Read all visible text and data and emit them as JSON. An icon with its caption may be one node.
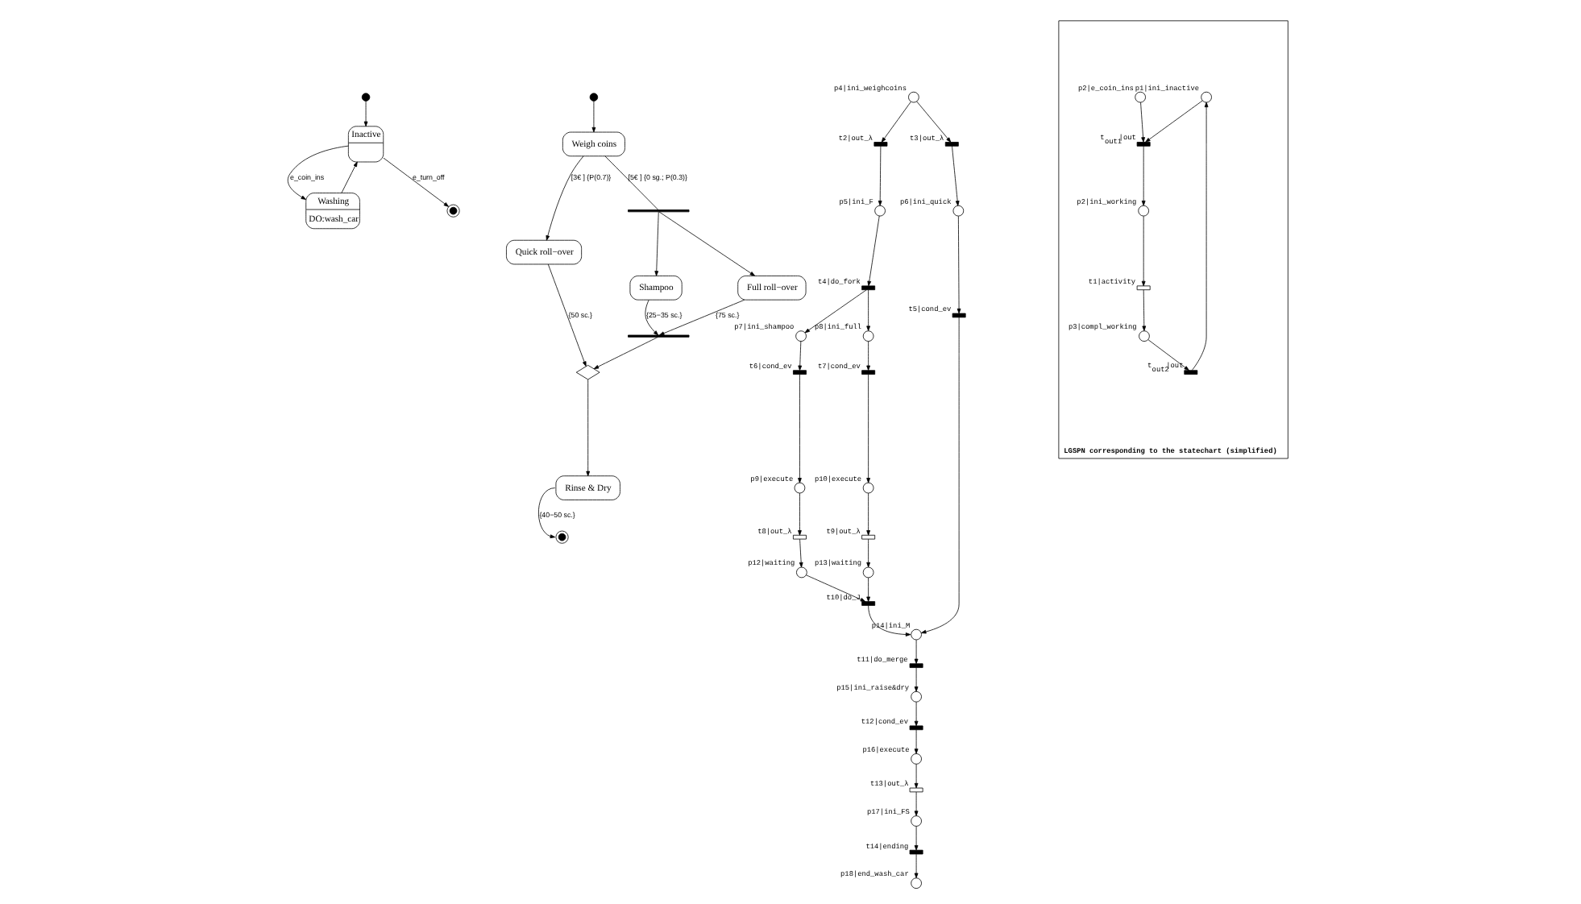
{
  "diagram": {
    "nodes": [
      {
        "text": [],
        "shape": "circle"
      },
      {
        "text": [
          "Inactive"
        ]
      },
      {
        "text": [
          "Washing",
          "DO:wash_car"
        ]
      },
      {
        "text": [],
        "shape": "circle"
      },
      {
        "text": [],
        "shape": "circle"
      },
      {
        "text": [
          "Weigh coins"
        ]
      },
      {
        "text": [
          "Quick roll−over"
        ]
      },
      {
        "text": [],
        "shape": "bar"
      },
      {
        "text": [
          "Shampoo"
        ]
      },
      {
        "text": [
          "Full roll−over"
        ]
      },
      {
        "text": [],
        "shape": "bar"
      },
      {
        "text": [],
        "shape": "diamond"
      },
      {
        "text": [
          "Rinse & Dry"
        ]
      },
      {
        "text": [],
        "shape": "circle"
      },
      {
        "text": [],
        "shape": "circle",
        "beside": [
          "p4|ini_weighcoins"
        ]
      },
      {
        "text": [],
        "shape": "bar",
        "beside": [
          "t2|out_λ"
        ]
      },
      {
        "text": [],
        "shape": "bar",
        "beside": [
          "t3|out_λ"
        ]
      },
      {
        "text": [],
        "shape": "circle",
        "beside": [
          "p5|ini_F"
        ]
      },
      {
        "text": [],
        "shape": "circle",
        "beside": [
          "p6|ini_quick"
        ]
      },
      {
        "text": [],
        "shape": "bar",
        "beside": [
          "t4|do_fork"
        ]
      },
      {
        "text": [],
        "shape": "bar",
        "beside": [
          "t5|cond_ev"
        ]
      },
      {
        "text": [],
        "shape": "circle",
        "beside": [
          "p7|ini_shampoo"
        ]
      },
      {
        "text": [],
        "shape": "circle",
        "beside": [
          "p8|ini_full"
        ]
      },
      {
        "text": [],
        "shape": "bar",
        "beside": [
          "t6|cond_ev"
        ]
      },
      {
        "text": [],
        "shape": "bar",
        "beside": [
          "t7|cond_ev"
        ]
      },
      {
        "text": [],
        "shape": "circle",
        "beside": [
          "p9|execute"
        ]
      },
      {
        "text": [],
        "shape": "circle",
        "beside": [
          "p10|execute"
        ]
      },
      {
        "text": [],
        "shape": "bar",
        "beside": [
          "t8|out_λ"
        ]
      },
      {
        "text": [],
        "shape": "bar",
        "beside": [
          "t9|out_λ"
        ]
      },
      {
        "text": [],
        "shape": "circle",
        "beside": [
          "p12|waiting"
        ]
      },
      {
        "text": [],
        "shape": "circle",
        "beside": [
          "p13|waiting"
        ]
      },
      {
        "text": [],
        "shape": "bar",
        "beside": [
          "t10|do_J"
        ]
      },
      {
        "text": [],
        "shape": "circle",
        "beside": [
          "p14|ini_M"
        ]
      },
      {
        "text": [],
        "shape": "bar",
        "beside": [
          "t11|do_merge"
        ]
      },
      {
        "text": [],
        "shape": "circle",
        "beside": [
          "p15|ini_raise&dry"
        ]
      },
      {
        "text": [],
        "shape": "bar",
        "beside": [
          "t12|cond_ev"
        ]
      },
      {
        "text": [],
        "shape": "circle",
        "beside": [
          "p16|execute"
        ]
      },
      {
        "text": [],
        "shape": "bar",
        "beside": [
          "t13|out_λ"
        ]
      },
      {
        "text": [],
        "shape": "circle",
        "beside": [
          "p17|ini_FS"
        ]
      },
      {
        "text": [],
        "shape": "bar",
        "beside": [
          "t14|ending"
        ]
      },
      {
        "text": [],
        "shape": "circle",
        "beside": [
          "p18|end_wash_car"
        ]
      },
      {
        "text": [
          "LGSPN corresponding to the statechart (simplified)"
        ]
      },
      {
        "text": [],
        "shape": "circle",
        "beside": [
          "p1|ini_inactive"
        ],
        "in": 41
      },
      {
        "text": [],
        "shape": "circle",
        "beside": [
          "p2|e_coin_ins"
        ],
        "in": 41
      },
      {
        "text": [],
        "shape": "bar",
        "beside": [
          "t$_{out1}$|out"
        ],
        "in": 41
      },
      {
        "text": [],
        "shape": "circle",
        "beside": [
          "p2|ini_working"
        ],
        "in": 41
      },
      {
        "text": [],
        "shape": "bar",
        "beside": [
          "t1|activity"
        ],
        "in": 41
      },
      {
        "text": [],
        "shape": "circle",
        "beside": [
          "p3|compl_working"
        ],
        "in": 41
      },
      {
        "text": [],
        "shape": "bar",
        "beside": [
          "t$_{out2}$|out"
        ],
        "in": 41
      }
    ],
    "edges": [
      {
        "from": 0,
        "to": 1,
        "arrow": "to"
      },
      {
        "from": 1,
        "to": 2,
        "arrow": "to",
        "label": "e_coin_ins"
      },
      {
        "from": 2,
        "to": 1,
        "arrow": "to"
      },
      {
        "from": 1,
        "to": 3,
        "arrow": "to",
        "label": "e_turn_off"
      },
      {
        "from": 4,
        "to": 5,
        "arrow": "to"
      },
      {
        "from": 5,
        "to": 6,
        "arrow": "to",
        "label": "[3€ ] {P(0.7)}"
      },
      {
        "from": 5,
        "to": 7,
        "arrow": "none",
        "label": "[5€ ] {0 sg.; P(0.3)}"
      },
      {
        "from": 7,
        "to": 8,
        "arrow": "to"
      },
      {
        "from": 7,
        "to": 9,
        "arrow": "to"
      },
      {
        "from": 6,
        "to": 11,
        "arrow": "to",
        "label": "{50 sc.}"
      },
      {
        "from": 8,
        "to": 10,
        "arrow": "to",
        "label": "{25−35 sc.}"
      },
      {
        "from": 9,
        "to": 10,
        "arrow": "to",
        "label": "{75 sc.}"
      },
      {
        "from": 10,
        "to": 11,
        "arrow": "to"
      },
      {
        "from": 11,
        "to": 12,
        "arrow": "to"
      },
      {
        "from": 12,
        "to": 13,
        "arrow": "to",
        "label": "{40−50 sc.}"
      },
      {
        "from": 14,
        "to": 15,
        "arrow": "to"
      },
      {
        "from": 14,
        "to": 16,
        "arrow": "to"
      },
      {
        "from": 15,
        "to": 17,
        "arrow": "to"
      },
      {
        "from": 16,
        "to": 18,
        "arrow": "to"
      },
      {
        "from": 17,
        "to": 19,
        "arrow": "to"
      },
      {
        "from": 18,
        "to": 20,
        "arrow": "to"
      },
      {
        "from": 19,
        "to": 21,
        "arrow": "to"
      },
      {
        "from": 19,
        "to": 22,
        "arrow": "to"
      },
      {
        "from": 21,
        "to": 23,
        "arrow": "to"
      },
      {
        "from": 22,
        "to": 24,
        "arrow": "to"
      },
      {
        "from": 23,
        "to": 25,
        "arrow": "to"
      },
      {
        "from": 24,
        "to": 26,
        "arrow": "to"
      },
      {
        "from": 25,
        "to": 27,
        "arrow": "to"
      },
      {
        "from": 26,
        "to": 28,
        "arrow": "to"
      },
      {
        "from": 27,
        "to": 29,
        "arrow": "to"
      },
      {
        "from": 28,
        "to": 30,
        "arrow": "to"
      },
      {
        "from": 29,
        "to": 31,
        "arrow": "to"
      },
      {
        "from": 30,
        "to": 31,
        "arrow": "to"
      },
      {
        "from": 20,
        "to": 32,
        "arrow": "to"
      },
      {
        "from": 31,
        "to": 32,
        "arrow": "to"
      },
      {
        "from": 32,
        "to": 33,
        "arrow": "to"
      },
      {
        "from": 33,
        "to": 34,
        "arrow": "to"
      },
      {
        "from": 34,
        "to": 35,
        "arrow": "to"
      },
      {
        "from": 35,
        "to": 36,
        "arrow": "to"
      },
      {
        "from": 36,
        "to": 37,
        "arrow": "to"
      },
      {
        "from": 37,
        "to": 38,
        "arrow": "to"
      },
      {
        "from": 38,
        "to": 39,
        "arrow": "to"
      },
      {
        "from": 39,
        "to": 40,
        "arrow": "to"
      },
      {
        "from": 42,
        "to": 44,
        "arrow": "to"
      },
      {
        "from": 43,
        "to": 44,
        "arrow": "to"
      },
      {
        "from": 44,
        "to": 45,
        "arrow": "to"
      },
      {
        "from": 45,
        "to": 46,
        "arrow": "to"
      },
      {
        "from": 46,
        "to": 47,
        "arrow": "to"
      },
      {
        "from": 47,
        "to": 48,
        "arrow": "to"
      },
      {
        "from": 48,
        "to": 42,
        "arrow": "to"
      }
    ]
  }
}
